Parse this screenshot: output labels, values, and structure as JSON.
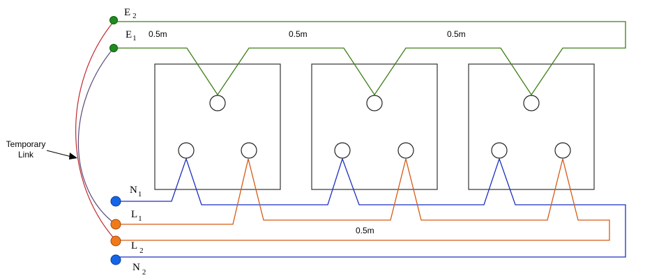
{
  "terminals": {
    "e2": {
      "letter": "E",
      "sub": "2"
    },
    "e1": {
      "letter": "E",
      "sub": "1"
    },
    "n1": {
      "letter": "N",
      "sub": "1"
    },
    "l1": {
      "letter": "L",
      "sub": "1"
    },
    "l2": {
      "letter": "L",
      "sub": "2"
    },
    "n2": {
      "letter": "N",
      "sub": "2"
    }
  },
  "temporary_link": {
    "line1": "Temporary",
    "line2": "Link"
  },
  "distances": {
    "earth_1": "0.5m",
    "earth_2": "0.5m",
    "earth_3": "0.5m",
    "live": "0.5m"
  },
  "colors": {
    "earth": "#3c7d14",
    "earth_dot": "#1e8c1e",
    "neutral": "#1b2fbf",
    "neutral_dot": "#1565e8",
    "live": "#d55a14",
    "live_dot": "#f07a1a",
    "link_red": "#c0282e",
    "link_purple": "#5a4a78",
    "box": "#333333"
  }
}
